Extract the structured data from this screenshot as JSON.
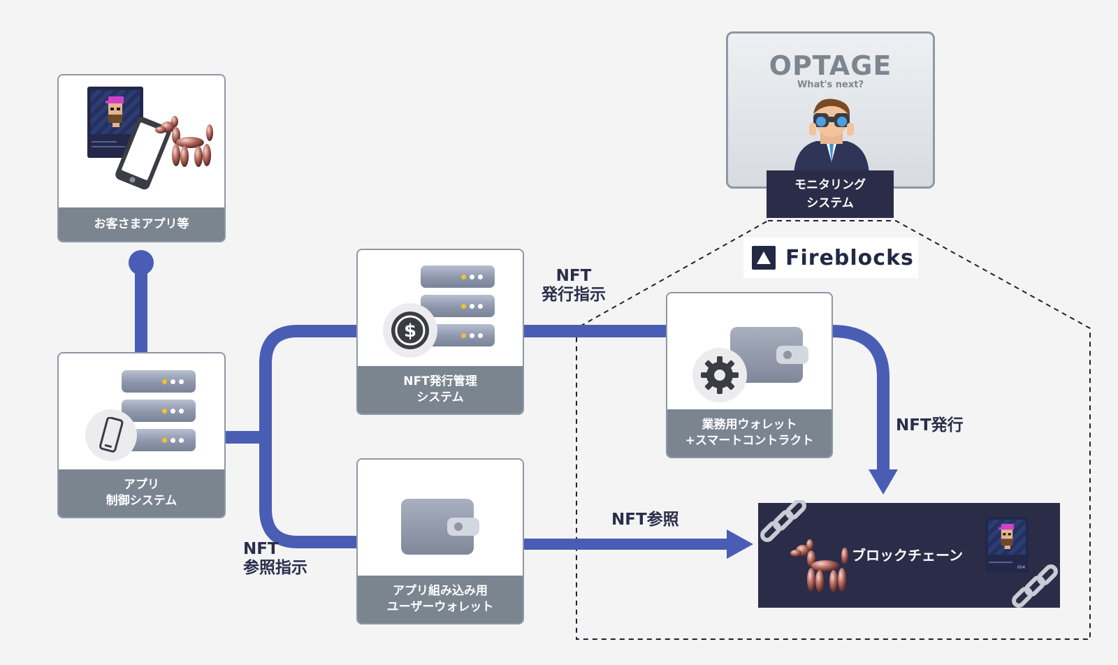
{
  "nodes": {
    "customer_app": {
      "label": "お客さまアプリ等"
    },
    "app_control": {
      "label_line1": "アプリ",
      "label_line2": "制御システム"
    },
    "nft_issue_mgmt": {
      "label_line1": "NFT発行管理",
      "label_line2": "システム"
    },
    "embedded_wallet": {
      "label_line1": "アプリ組み込み用",
      "label_line2": "ユーザーウォレット"
    },
    "business_wallet": {
      "label_line1": "業務用ウォレット",
      "label_line2": "+スマートコントラクト"
    },
    "monitoring": {
      "label_line1": "モニタリング",
      "label_line2": "システム"
    },
    "blockchain": {
      "label": "ブロックチェーン"
    }
  },
  "flows": {
    "issue_instruction": {
      "line1": "NFT",
      "line2": "発行指示"
    },
    "reference_instruction": {
      "line1": "NFT",
      "line2": "参照指示"
    },
    "issue": {
      "label": "NFT発行"
    },
    "reference": {
      "label": "NFT参照"
    }
  },
  "brands": {
    "optage": {
      "name": "OPTAGE",
      "tagline": "What's next?"
    },
    "fireblocks": {
      "name": "Fireblocks"
    }
  },
  "nft_card": {
    "number": "004"
  },
  "colors": {
    "connector": "#4a5db4",
    "label_band": "#7a8590",
    "dark_band": "#2b2d48",
    "border": "#8e98a4"
  }
}
